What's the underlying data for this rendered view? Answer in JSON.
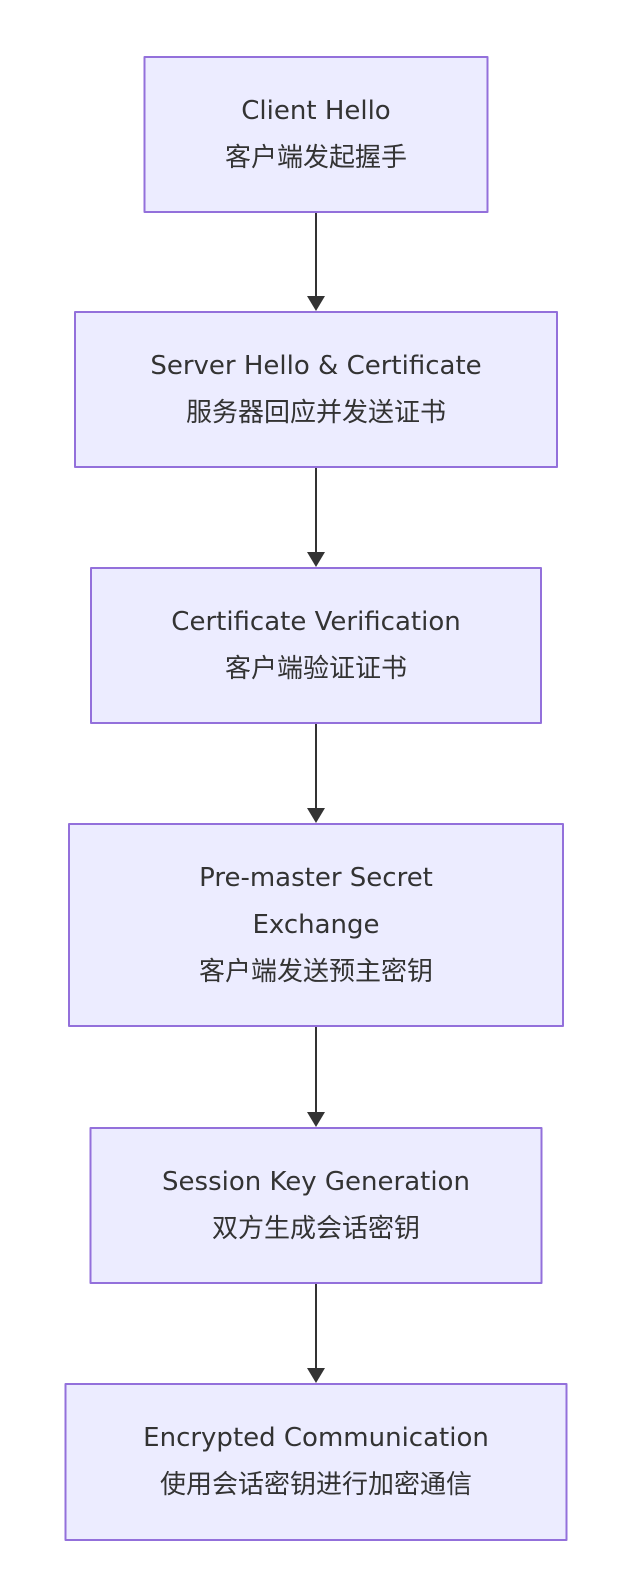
{
  "diagram": {
    "type": "flowchart",
    "direction": "top-down",
    "style": {
      "background": "#ffffff",
      "node_fill": "#ECECFF",
      "node_border": "#9370DB",
      "node_text_color": "#333333",
      "arrow_color": "#333333"
    },
    "nodes": [
      {
        "id": "client-hello",
        "title": "Client Hello",
        "subtitle": "客户端发起握手"
      },
      {
        "id": "server-hello-certificate",
        "title": "Server Hello & Certificate",
        "subtitle": "服务器回应并发送证书"
      },
      {
        "id": "certificate-verification",
        "title": "Certificate Verification",
        "subtitle": "客户端验证证书"
      },
      {
        "id": "pre-master-secret-exchange",
        "title": "Pre-master Secret",
        "title2": "Exchange",
        "subtitle": "客户端发送预主密钥"
      },
      {
        "id": "session-key-generation",
        "title": "Session Key Generation",
        "subtitle": "双方生成会话密钥"
      },
      {
        "id": "encrypted-communication",
        "title": "Encrypted Communication",
        "subtitle": "使用会话密钥进行加密通信"
      }
    ],
    "edges": [
      {
        "from": "client-hello",
        "to": "server-hello-certificate"
      },
      {
        "from": "server-hello-certificate",
        "to": "certificate-verification"
      },
      {
        "from": "certificate-verification",
        "to": "pre-master-secret-exchange"
      },
      {
        "from": "pre-master-secret-exchange",
        "to": "session-key-generation"
      },
      {
        "from": "session-key-generation",
        "to": "encrypted-communication"
      }
    ]
  }
}
